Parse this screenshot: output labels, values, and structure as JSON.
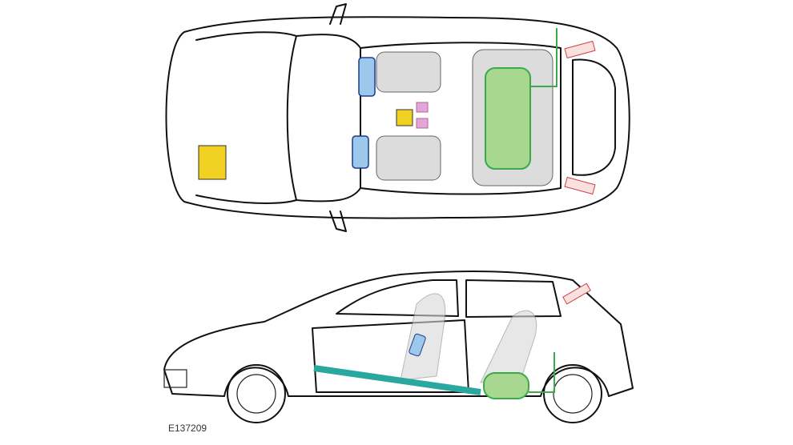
{
  "figure": {
    "reference_code": "E137209",
    "views": [
      "top-view",
      "side-view"
    ],
    "colors": {
      "curtain_airbag": "#2aa8a0",
      "side_airbag": "#a8d890",
      "driver_airbag": "#9cc8ec",
      "sensor": "#e8c020",
      "passenger_indicator": "#e0a8d8",
      "pretensioner": "#e07070",
      "wiring": "#3aaa4a"
    }
  }
}
